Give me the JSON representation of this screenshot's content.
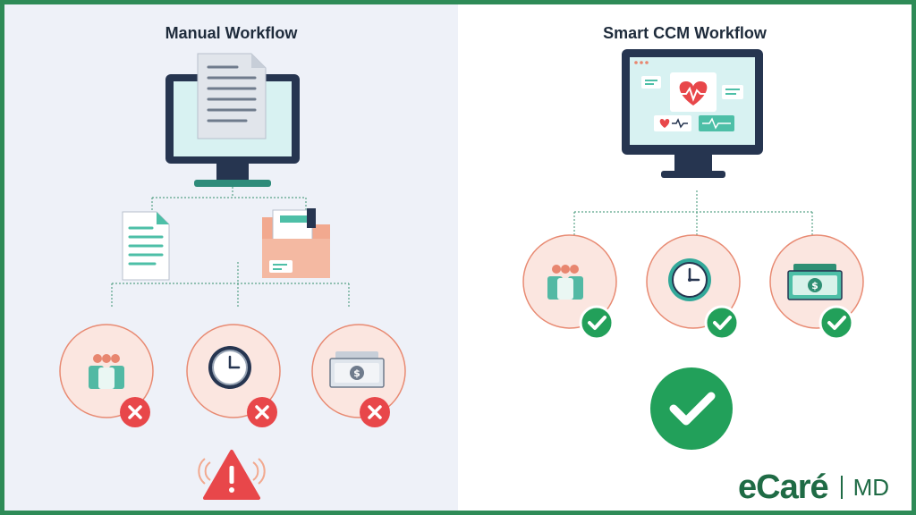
{
  "left_panel": {
    "title": "Manual Workflow"
  },
  "right_panel": {
    "title": "Smart CCM Workflow"
  },
  "logo": {
    "main": "eCaré",
    "sub": "MD"
  },
  "colors": {
    "border": "#2e8b57",
    "cross": "#e8474a",
    "check": "#22a05a",
    "circle_fill": "#fbe6e0",
    "circle_stroke": "#e88a72",
    "monitor": "#263550",
    "screen": "#d8f2f2",
    "teal": "#4dbfa7",
    "warning": "#e8474a"
  },
  "icons": [
    "document-icon",
    "folder-icon",
    "team-icon",
    "clock-icon",
    "money-icon",
    "heart-monitor-icon",
    "warning-icon",
    "check-icon",
    "cross-icon"
  ]
}
